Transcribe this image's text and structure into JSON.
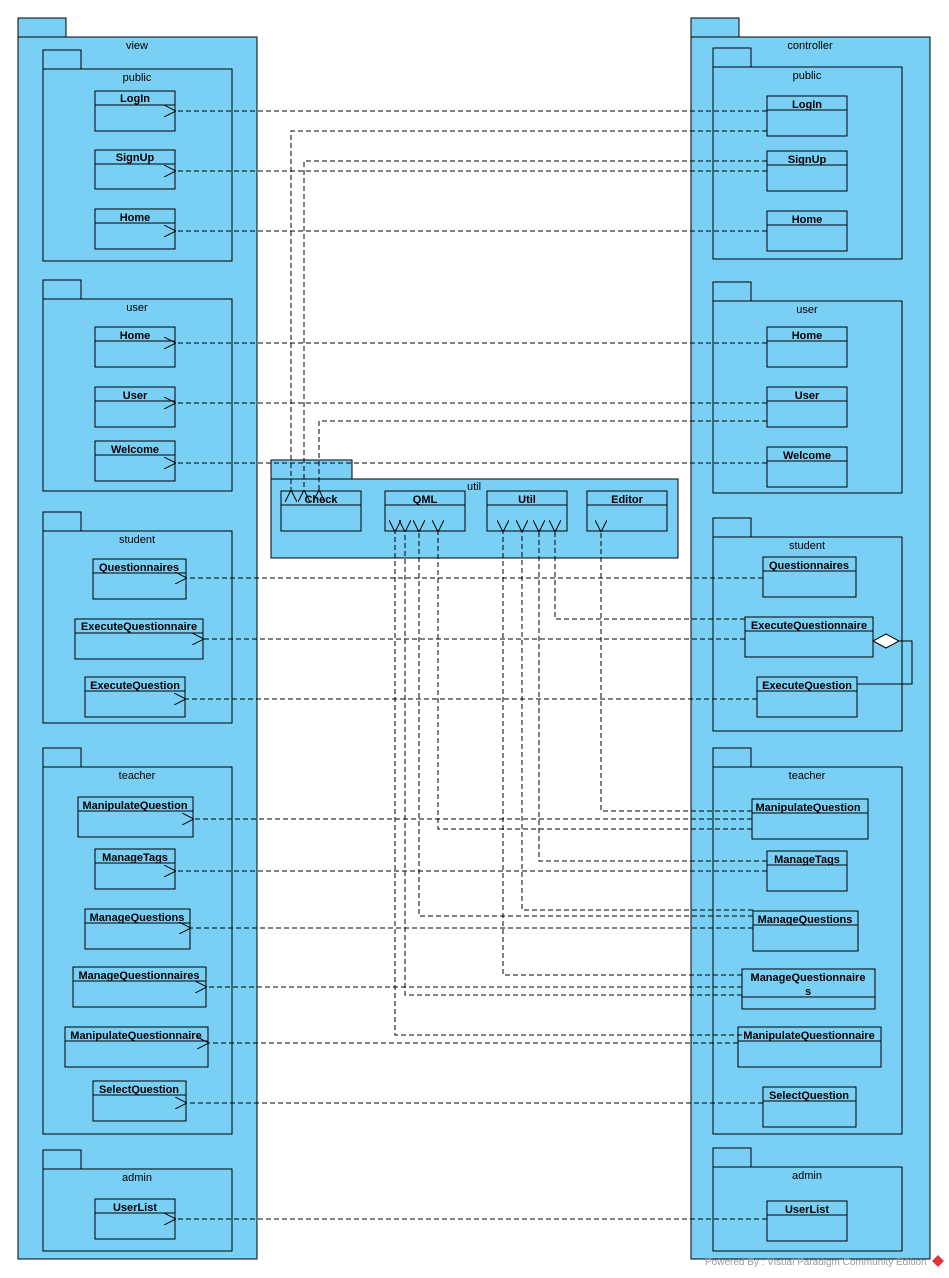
{
  "packages": {
    "view": "view",
    "controller": "controller",
    "util": "util",
    "view_public": "public",
    "view_user": "user",
    "view_student": "student",
    "view_teacher": "teacher",
    "view_admin": "admin",
    "ctrl_public": "public",
    "ctrl_user": "user",
    "ctrl_student": "student",
    "ctrl_teacher": "teacher",
    "ctrl_admin": "admin"
  },
  "view_classes": {
    "login": "LogIn",
    "signup": "SignUp",
    "home_public": "Home",
    "home_user": "Home",
    "user": "User",
    "welcome": "Welcome",
    "questionnaires": "Questionnaires",
    "execute_questionnaire": "ExecuteQuestionnaire",
    "execute_question": "ExecuteQuestion",
    "manipulate_question": "ManipulateQuestion",
    "manage_tags": "ManageTags",
    "manage_questions": "ManageQuestions",
    "manage_questionnaires": "ManageQuestionnaires",
    "manipulate_questionnaire": "ManipulateQuestionnaire",
    "select_question": "SelectQuestion",
    "user_list": "UserList"
  },
  "controller_classes": {
    "login": "LogIn",
    "signup": "SignUp",
    "home_public": "Home",
    "home_user": "Home",
    "user": "User",
    "welcome": "Welcome",
    "questionnaires": "Questionnaires",
    "execute_questionnaire": "ExecuteQuestionnaire",
    "execute_question": "ExecuteQuestion",
    "manipulate_question": "ManipulateQuestion",
    "manage_tags": "ManageTags",
    "manage_questions": "ManageQuestions",
    "manage_questionnaires_line1": "ManageQuestionnaire",
    "manage_questionnaires_line2": "s",
    "manipulate_questionnaire": "ManipulateQuestionnaire",
    "select_question": "SelectQuestion",
    "user_list": "UserList"
  },
  "util_classes": {
    "check": "Check",
    "qml": "QML",
    "util": "Util",
    "editor": "Editor"
  },
  "watermark": "Powered By : Visual Paradigm Community Edition",
  "colors": {
    "package_fill": "#7ACFF5",
    "stroke": "#000000",
    "watermark_icon": "#d9363e"
  }
}
